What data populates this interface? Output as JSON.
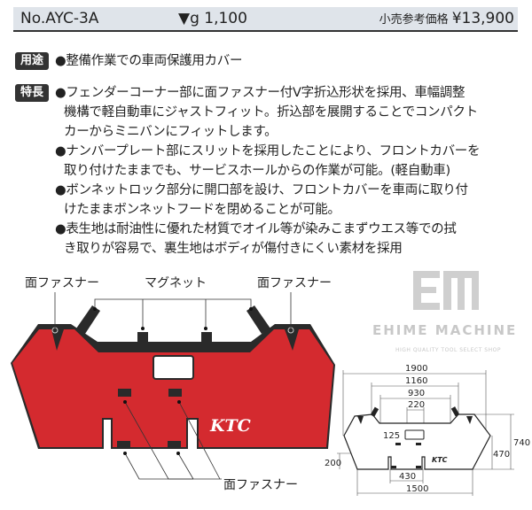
{
  "header": {
    "model": "No.AYC-3A",
    "weight": "▼g 1,100",
    "price_label": "小売参考価格",
    "price": "¥13,900"
  },
  "usage": {
    "tag": "用途",
    "text": "●整備作業での車両保護用カバー"
  },
  "features": {
    "tag": "特長",
    "lines": [
      "●フェンダーコーナー部に面ファスナー付V字折込形状を採用、車幅調整",
      "機構で軽自動車にジャストフィット。折込部を展開することでコンパクト",
      "カーからミニバンにフィットします。",
      "●ナンバープレート部にスリットを採用したことにより、フロントカバーを",
      "取り付けたままでも、サービスホールからの作業が可能。(軽自動車)",
      "●ボンネットロック部分に開口部を設け、フロントカバーを車両に取り付",
      "けたままボンネットフードを閉めることが可能。",
      "●表生地は耐油性に優れた材質でオイル等が染みこまずウエス等での拭",
      "き取りが容易で、裏生地はボディが傷付きにくい素材を採用"
    ]
  },
  "product_image": {
    "callouts": {
      "fastener_left": "面ファスナー",
      "magnet": "マグネット",
      "fastener_right": "面ファスナー",
      "fastener_bottom": "面ファスナー"
    },
    "logo": "KTC",
    "colors": {
      "cover": "#d42a2f",
      "trim": "#2a2a2a"
    }
  },
  "watermark": {
    "logo": "EM",
    "name": "EHIME MACHINE",
    "tagline": "HIGH QUALITY TOOL SELECT SHOP"
  },
  "dimensions": {
    "d1900": "1900",
    "d1160": "1160",
    "d930": "930",
    "d220": "220",
    "d125": "125",
    "d740": "740",
    "d470": "470",
    "d200": "200",
    "d430": "430",
    "d1500": "1500",
    "logo": "KTC"
  }
}
